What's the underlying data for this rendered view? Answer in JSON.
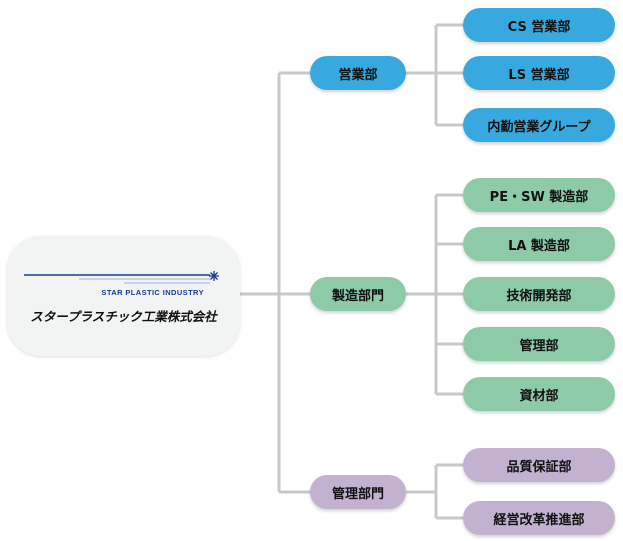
{
  "company": {
    "name_en": "STAR PLASTIC INDUSTRY",
    "name_jp": "スタープラスチック工業株式会社"
  },
  "colors": {
    "connector": "#c8c8c8",
    "sales": "#38a9de",
    "manufacturing": "#8dcaa8",
    "management": "#c2b1cf",
    "logo_blue": "#1b3a94",
    "logo_box": "#f2f3f3"
  },
  "departments": [
    {
      "label": "営業部",
      "children": [
        "CS 営業部",
        "LS 営業部",
        "内勤営業グループ"
      ]
    },
    {
      "label": "製造部門",
      "children": [
        "PE・SW 製造部",
        "LA 製造部",
        "技術開発部",
        "管理部",
        "資材部"
      ]
    },
    {
      "label": "管理部門",
      "children": [
        "品質保証部",
        "経営改革推進部"
      ]
    }
  ]
}
